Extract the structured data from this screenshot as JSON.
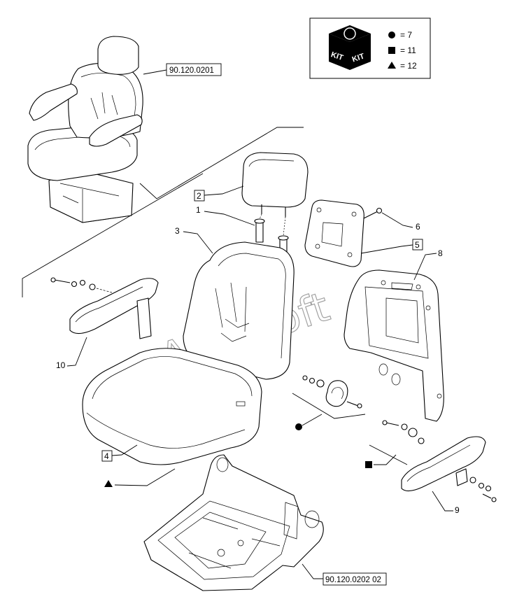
{
  "kit_legend": {
    "kit_label_left": "KIT",
    "kit_label_right": "KIT",
    "rows": [
      {
        "symbol": "circle",
        "text": "= 7"
      },
      {
        "symbol": "square",
        "text": "= 11"
      },
      {
        "symbol": "triangle",
        "text": "= 12"
      }
    ]
  },
  "refs": {
    "seat_assembly": "90.120.0201",
    "seat_frame": "90.120.0202 02"
  },
  "callouts": {
    "c1": "1",
    "c2": "2",
    "c3": "3",
    "c4": "4",
    "c5": "5",
    "c6": "6",
    "c8": "8",
    "c9": "9",
    "c10": "10"
  },
  "watermark": "AutoSoft"
}
